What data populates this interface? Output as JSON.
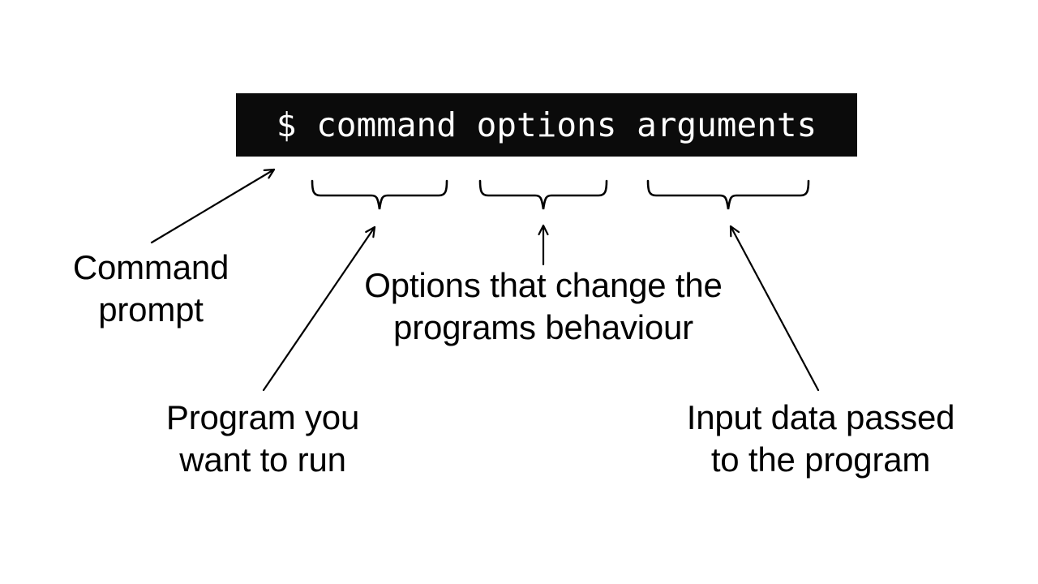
{
  "slide": {
    "background": "#ffffff",
    "ink_color": "#000000"
  },
  "terminal": {
    "background": "#0b0b0b",
    "text_color": "#ffffff",
    "command_line": "$ command options arguments"
  },
  "annotations": {
    "prompt": {
      "target": "$",
      "lines": [
        "Command",
        "prompt"
      ]
    },
    "program": {
      "target": "command",
      "lines": [
        "Program you",
        "want to run"
      ]
    },
    "options": {
      "target": "options",
      "lines": [
        "Options that change the",
        "programs behaviour"
      ]
    },
    "arguments": {
      "target": "arguments",
      "lines": [
        "Input data passed",
        "to the program"
      ]
    }
  }
}
